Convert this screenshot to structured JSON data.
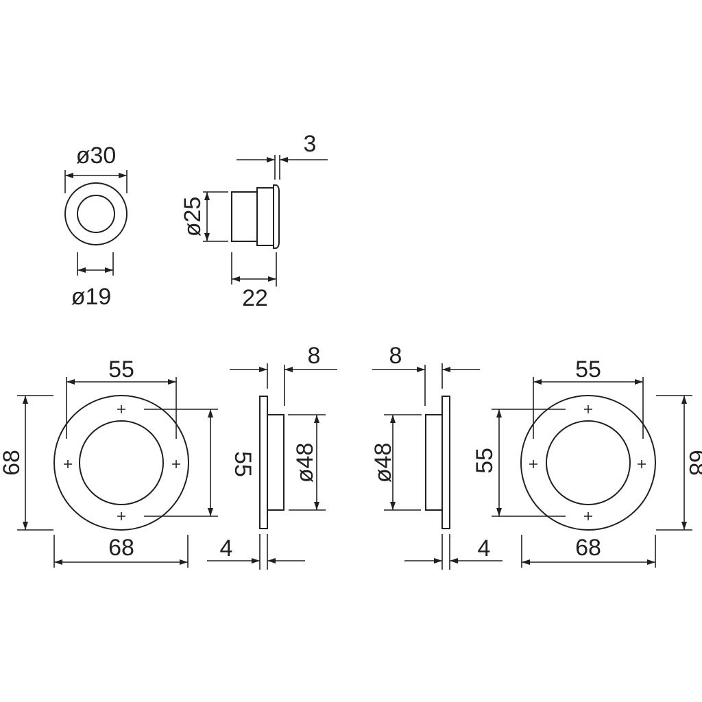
{
  "colors": {
    "line": "#231f20",
    "background": "#ffffff"
  },
  "small_part": {
    "front_view": {
      "outer_diameter": "ø30",
      "inner_diameter": "ø19"
    },
    "side_view": {
      "diameter": "ø25",
      "flange_thickness": "3",
      "length": "22"
    }
  },
  "left_rosette": {
    "front_view": {
      "hole_spacing_horizontal": "55",
      "outer_height": "68",
      "hole_spacing_vertical": "55",
      "outer_width": "68"
    },
    "side_view": {
      "boss_depth": "8",
      "boss_diameter": "ø48",
      "plate_thickness": "4"
    }
  },
  "right_rosette": {
    "front_view": {
      "hole_spacing_horizontal": "55",
      "outer_height": "68",
      "hole_spacing_vertical": "55",
      "outer_width": "68"
    },
    "side_view": {
      "boss_depth": "8",
      "boss_diameter": "ø48",
      "plate_thickness": "4"
    }
  }
}
